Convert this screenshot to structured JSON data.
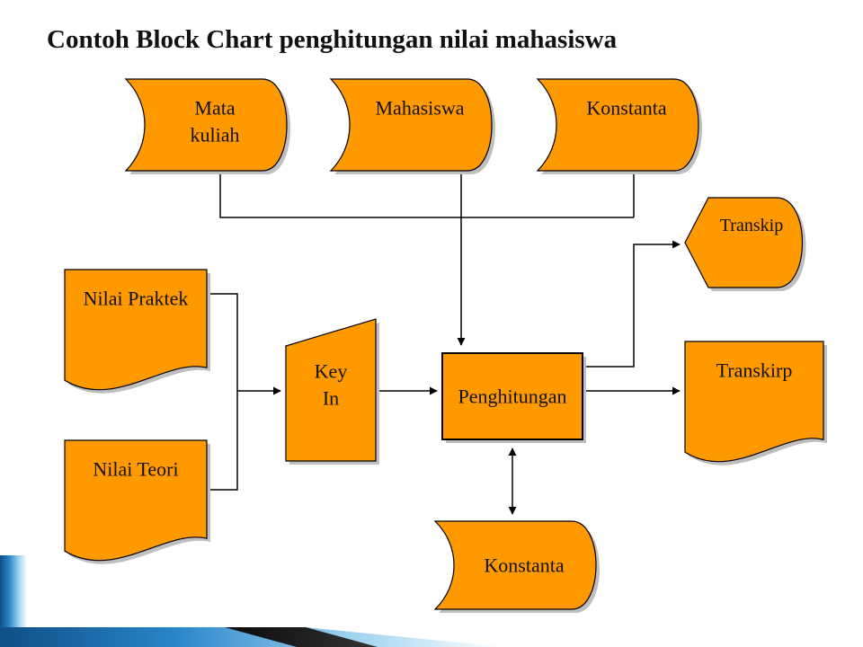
{
  "title": "Contoh Block Chart penghitungan nilai mahasiswa",
  "colors": {
    "shape_fill": "#FF9900",
    "outline": "#000000",
    "accent_bar": "#1E6FA8"
  },
  "nodes": {
    "mata_kuliah": {
      "shape": "stored-data",
      "lines": [
        "Mata",
        "kuliah"
      ]
    },
    "mahasiswa": {
      "shape": "stored-data",
      "lines": [
        "Mahasiswa"
      ]
    },
    "konstanta_top": {
      "shape": "stored-data",
      "lines": [
        "Konstanta"
      ]
    },
    "transkip": {
      "shape": "display",
      "lines": [
        "Transkip"
      ]
    },
    "nilai_praktek": {
      "shape": "document",
      "lines": [
        "Nilai Praktek"
      ]
    },
    "nilai_teori": {
      "shape": "document",
      "lines": [
        "Nilai Teori"
      ]
    },
    "key_in": {
      "shape": "manual-input",
      "lines": [
        "Key",
        "In"
      ]
    },
    "penghitungan": {
      "shape": "process",
      "lines": [
        "Penghitungan"
      ]
    },
    "transkirp": {
      "shape": "document",
      "lines": [
        "Transkirp"
      ]
    },
    "konstanta_bottom": {
      "shape": "stored-data",
      "lines": [
        "Konstanta"
      ]
    }
  },
  "edges": [
    {
      "from": "mata_kuliah",
      "to": "penghitungan"
    },
    {
      "from": "mahasiswa",
      "to": "penghitungan"
    },
    {
      "from": "konstanta_top",
      "to": "penghitungan"
    },
    {
      "from": "nilai_praktek",
      "to": "key_in"
    },
    {
      "from": "nilai_teori",
      "to": "key_in"
    },
    {
      "from": "key_in",
      "to": "penghitungan"
    },
    {
      "from": "penghitungan",
      "to": "transkip"
    },
    {
      "from": "penghitungan",
      "to": "transkirp"
    },
    {
      "from": "penghitungan",
      "to": "konstanta_bottom",
      "bidirectional": true
    }
  ]
}
